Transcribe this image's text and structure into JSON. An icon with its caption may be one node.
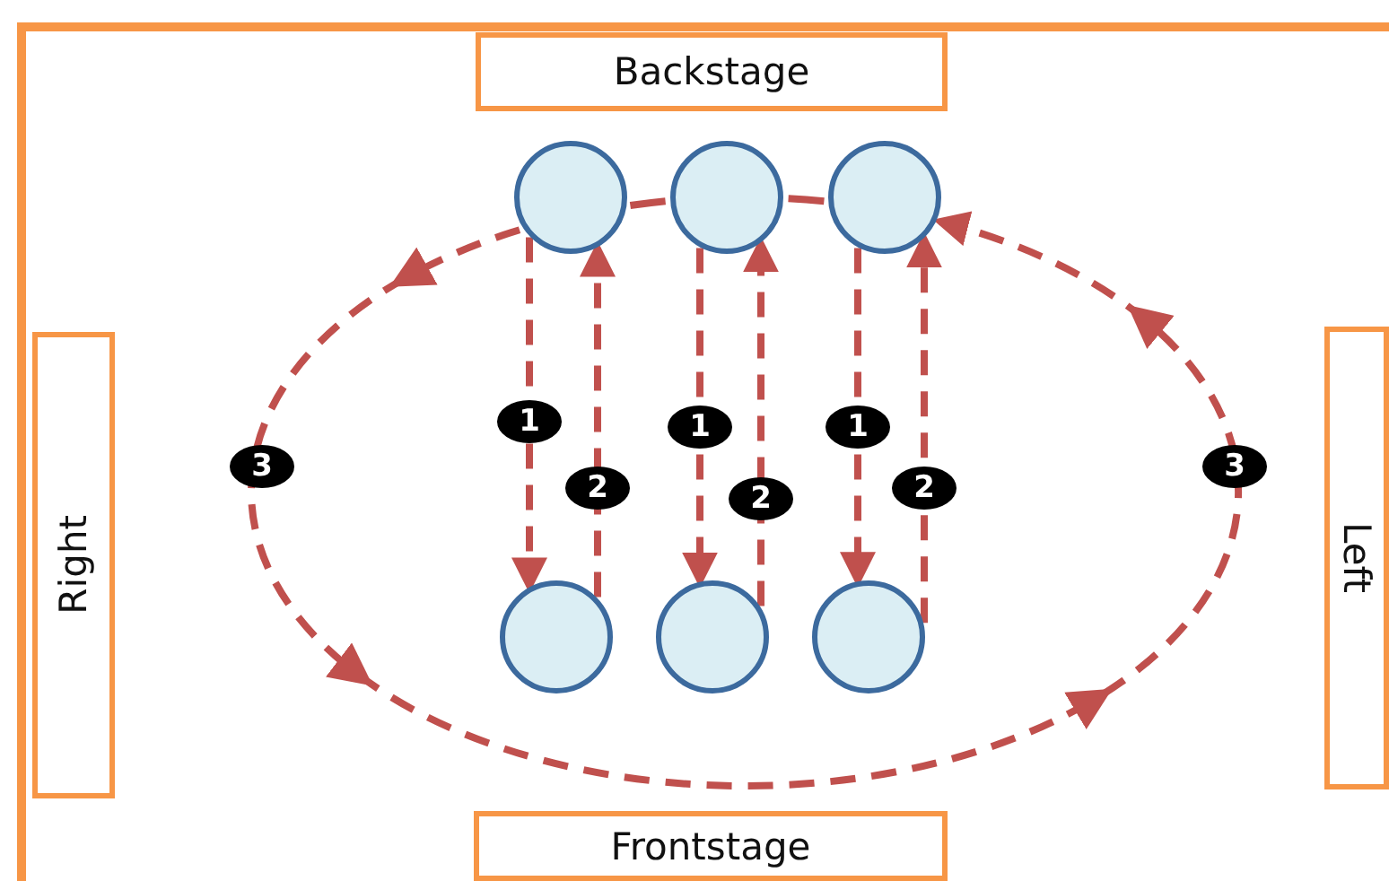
{
  "diagram": {
    "nodes": [
      {
        "text": [
          "Backstage"
        ]
      },
      {
        "text": [],
        "shape": "circle"
      },
      {
        "text": [],
        "shape": "circle"
      },
      {
        "text": [],
        "shape": "circle"
      },
      {
        "text": [
          "Right"
        ]
      },
      {
        "text": [
          "Left"
        ]
      },
      {
        "text": [],
        "shape": "circle"
      },
      {
        "text": [],
        "shape": "circle"
      },
      {
        "text": [],
        "shape": "circle"
      },
      {
        "text": [
          "Frontstage"
        ]
      }
    ],
    "edges": [
      {
        "from": 1,
        "to": 6,
        "arrow": "to",
        "style": "dashed",
        "label": "1"
      },
      {
        "from": 6,
        "to": 1,
        "arrow": "to",
        "style": "dashed",
        "label": "2"
      },
      {
        "from": 2,
        "to": 7,
        "arrow": "to",
        "style": "dashed",
        "label": "1"
      },
      {
        "from": 7,
        "to": 2,
        "arrow": "to",
        "style": "dashed",
        "label": "2"
      },
      {
        "from": 3,
        "to": 8,
        "arrow": "to",
        "style": "dashed",
        "label": "1"
      },
      {
        "from": 8,
        "to": 3,
        "arrow": "to",
        "style": "dashed",
        "label": "2"
      },
      {
        "from": 1,
        "to": 3,
        "arrow": "to",
        "style": "dashed",
        "label": "3"
      },
      {
        "from": 1,
        "to": 2,
        "arrow": "none"
      },
      {
        "from": 2,
        "to": 3,
        "arrow": "none"
      }
    ],
    "labels": [
      "3"
    ]
  }
}
